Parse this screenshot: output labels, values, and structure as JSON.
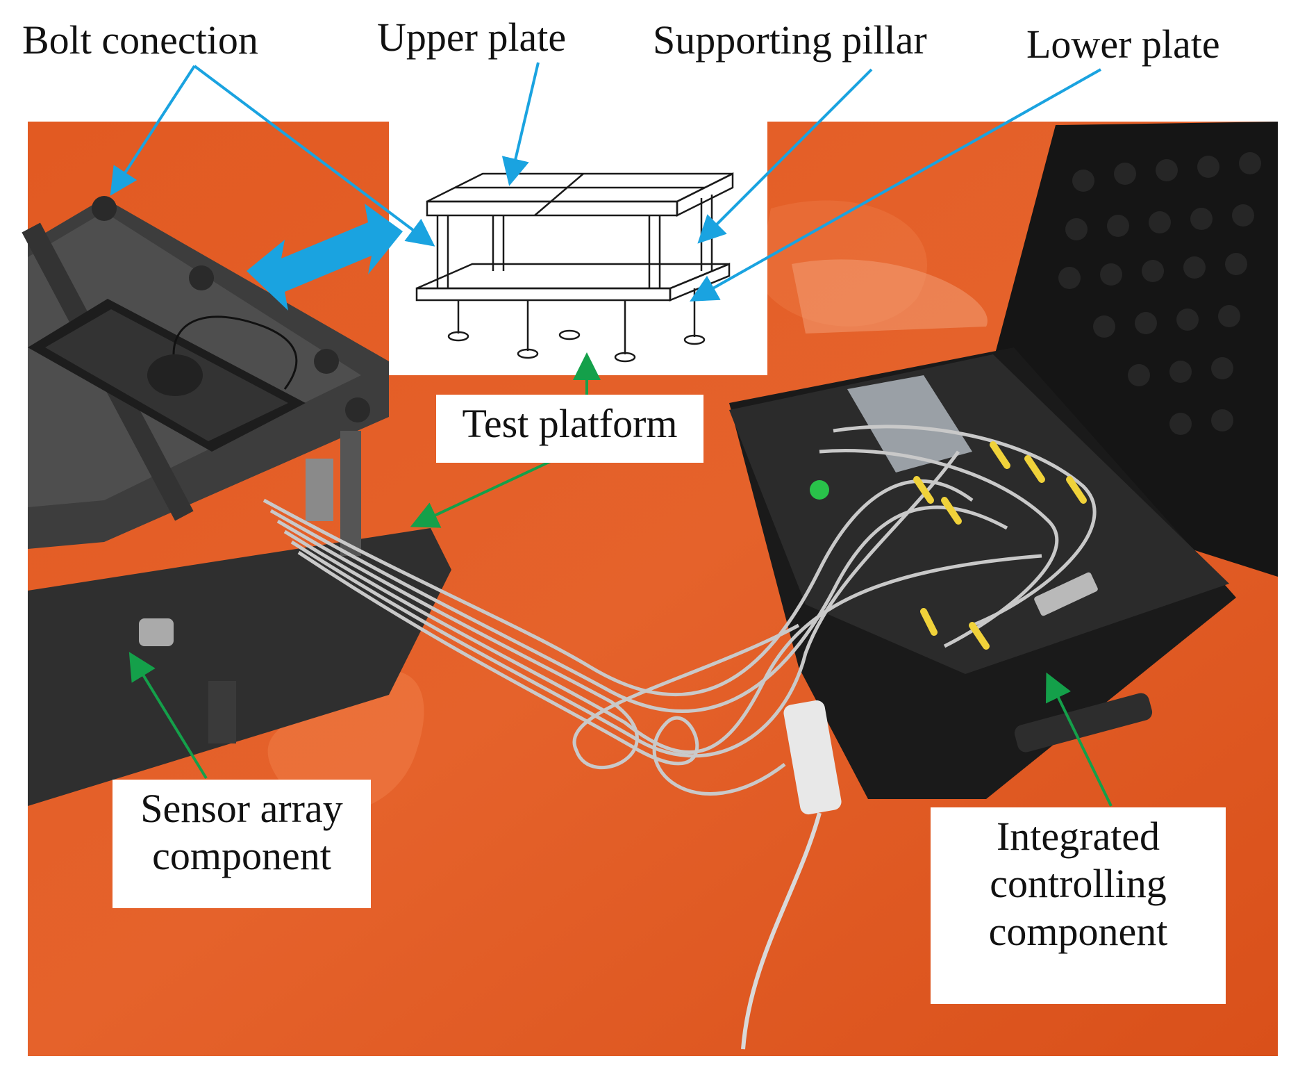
{
  "figure": {
    "labels": {
      "bolt_connection": "Bolt conection",
      "upper_plate": "Upper plate",
      "supporting_pillar": "Supporting pillar",
      "lower_plate": "Lower plate",
      "test_platform": "Test platform",
      "sensor_array": [
        "Sensor array",
        "component"
      ],
      "integrated_controlling": [
        "Integrated",
        "controlling",
        "component"
      ]
    },
    "colors": {
      "floor": "#e0551f",
      "floor_light": "#ee7a45",
      "steel_dark": "#3a3a3a",
      "case_black": "#1e1e1e",
      "cable_silver": "#c9c9c9",
      "cable_yellow": "#f0d23a",
      "arrow_blue": "#1aa3e0",
      "arrow_green": "#14a04a"
    },
    "icons": [
      "keyboard-icon",
      "mouse-icon",
      "power-strip-icon",
      "display-screen-icon"
    ]
  }
}
